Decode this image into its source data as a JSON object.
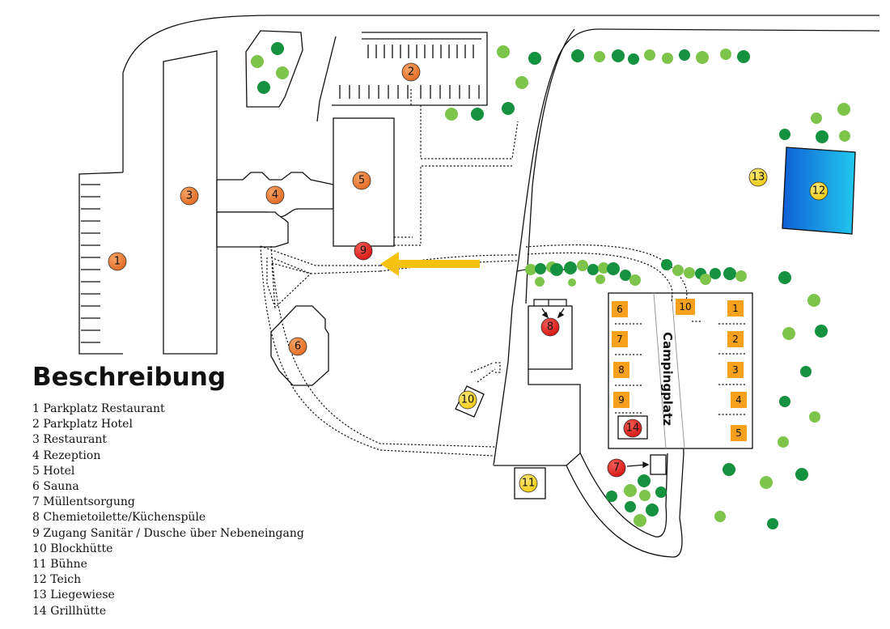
{
  "legend": {
    "title": "Beschreibung",
    "items": [
      "1 Parkplatz Restaurant",
      "2 Parkplatz Hotel",
      "3 Restaurant",
      "4 Rezeption",
      "5 Hotel",
      "6 Sauna",
      "7 Müllentsorgung",
      "8 Chemietoilette/Küchenspüle",
      "9 Zugang Sanitär / Dusche über Nebeneingang",
      "10 Blockhütte",
      "11 Bühne",
      "12 Teich",
      "13 Liegewiese",
      "14 Grillhütte"
    ]
  },
  "map": {
    "campground_label": "Campingplatz",
    "marker_colors": {
      "orange": "#e8762a",
      "red": "#e3201b",
      "yellow": "#f5d31c",
      "tree_dark": "#14923f",
      "tree_light": "#7dc44a",
      "pond": "#1776e6",
      "arrow": "#f5c20f",
      "pitch": "#f7a01e"
    },
    "markers": [
      {
        "id": "m1",
        "label": "1",
        "style": "orange"
      },
      {
        "id": "m2",
        "label": "2",
        "style": "orange"
      },
      {
        "id": "m3",
        "label": "3",
        "style": "orange"
      },
      {
        "id": "m4",
        "label": "4",
        "style": "orange"
      },
      {
        "id": "m5",
        "label": "5",
        "style": "orange"
      },
      {
        "id": "m6",
        "label": "6",
        "style": "orange"
      },
      {
        "id": "m7",
        "label": "7",
        "style": "red"
      },
      {
        "id": "m8",
        "label": "8",
        "style": "red"
      },
      {
        "id": "m9",
        "label": "9",
        "style": "red"
      },
      {
        "id": "m10",
        "label": "10",
        "style": "yellow"
      },
      {
        "id": "m11",
        "label": "11",
        "style": "yellow"
      },
      {
        "id": "m12",
        "label": "12",
        "style": "yellow"
      },
      {
        "id": "m13",
        "label": "13",
        "style": "yellow"
      },
      {
        "id": "m14",
        "label": "14",
        "style": "red"
      }
    ],
    "pitches": [
      "1",
      "2",
      "3",
      "4",
      "5",
      "6",
      "7",
      "8",
      "9",
      "10"
    ]
  }
}
